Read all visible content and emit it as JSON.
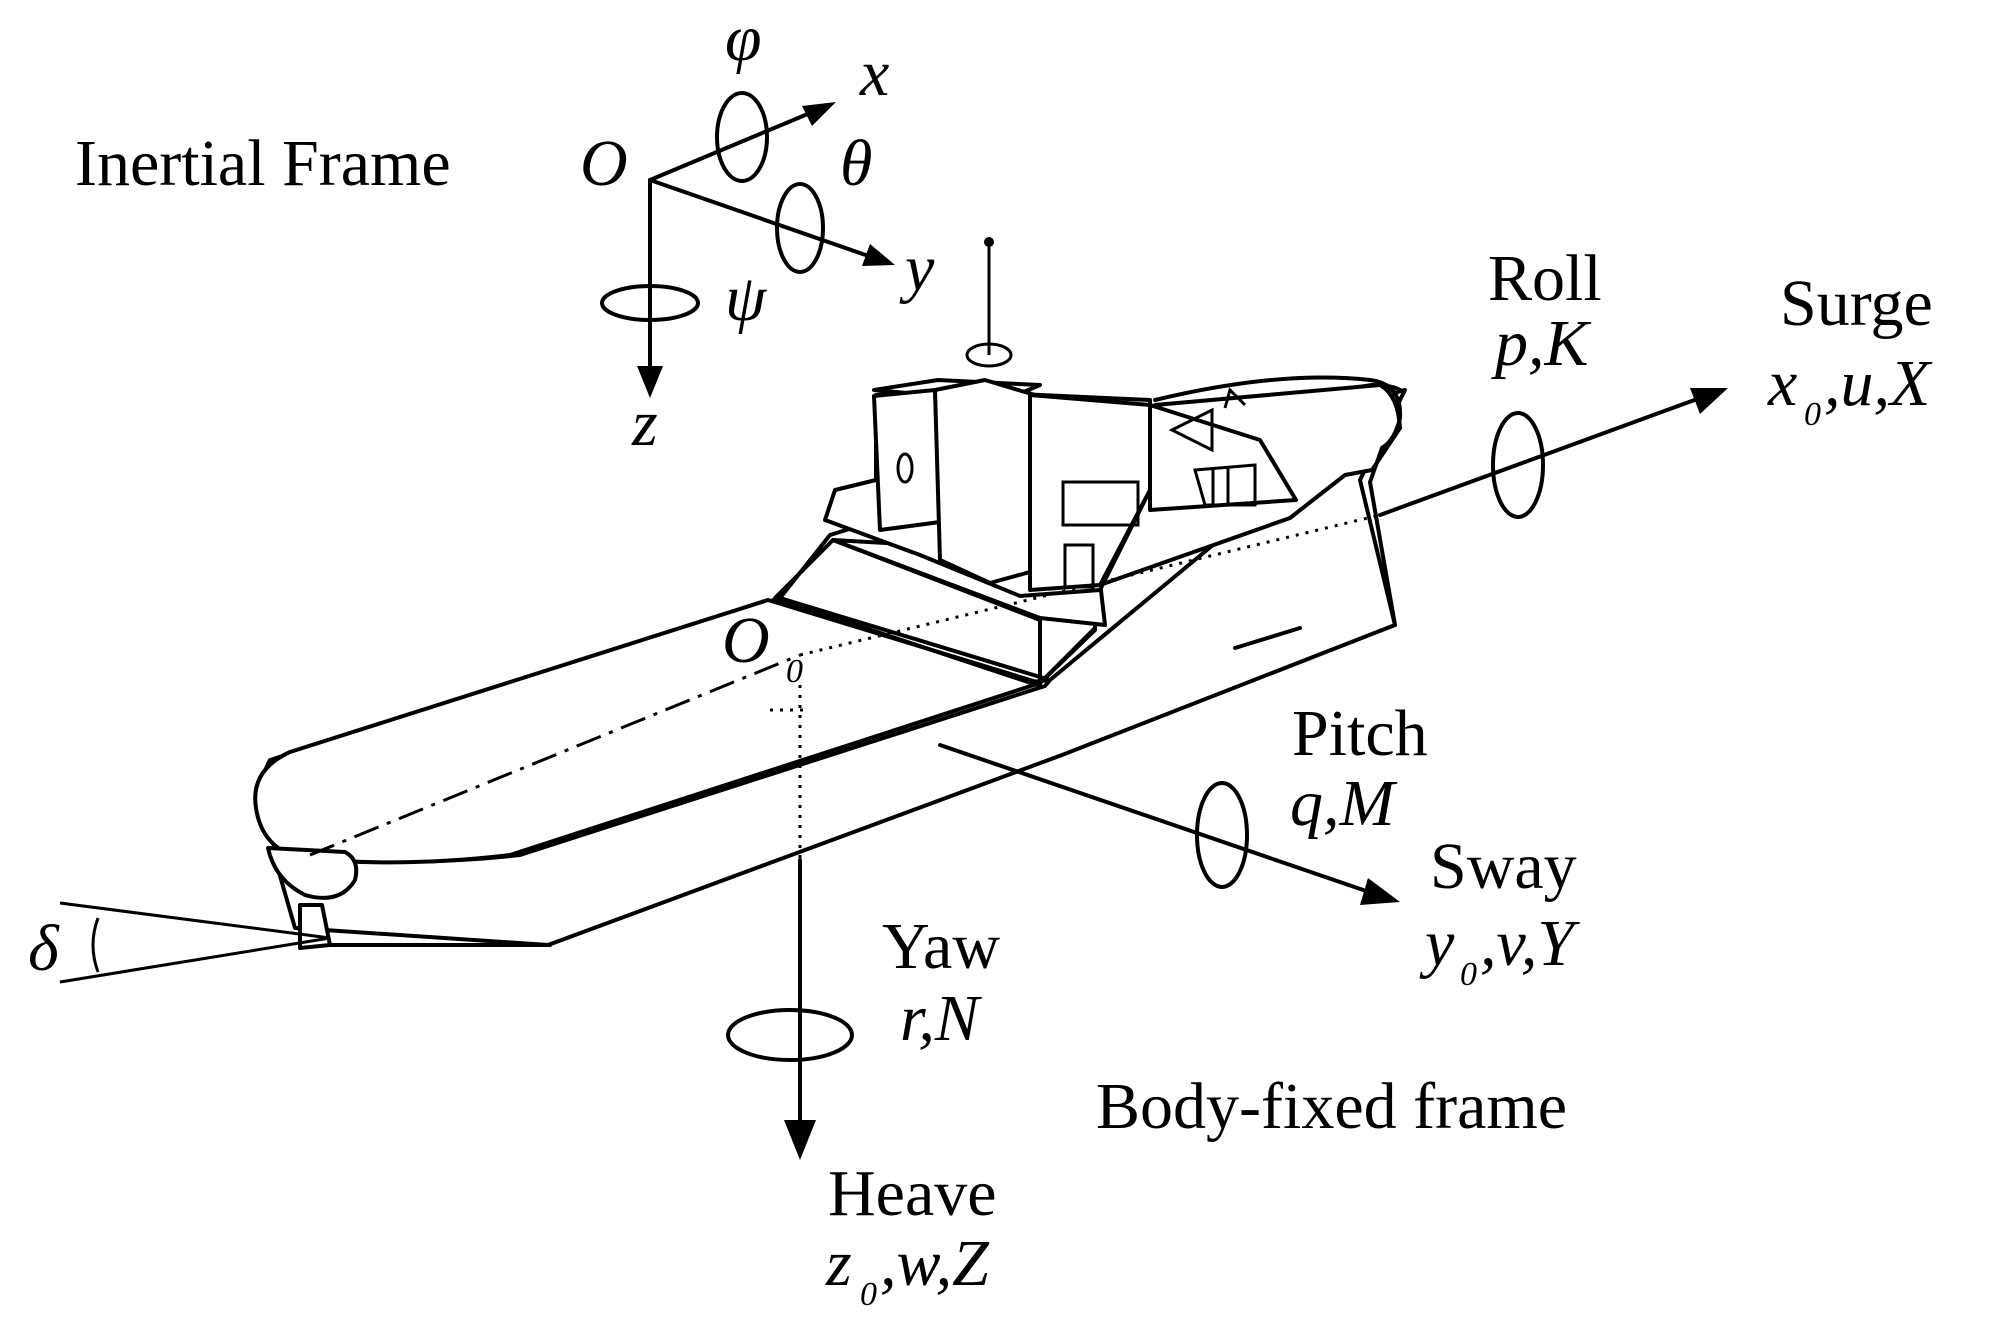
{
  "colors": {
    "ink": "#000000",
    "background": "#ffffff"
  },
  "inertial": {
    "title": "Inertial Frame",
    "origin": "O",
    "axis_x": "x",
    "axis_y": "y",
    "axis_z": "z",
    "phi": "φ",
    "theta": "θ",
    "psi": "ψ"
  },
  "body": {
    "origin": "O",
    "origin_sub": "0",
    "frame_label": "Body-fixed frame",
    "rudder_angle": "δ"
  },
  "motions": {
    "roll": {
      "name": "Roll",
      "vars": "p,K"
    },
    "surge": {
      "name": "Surge",
      "var1": "x",
      "sub": "0",
      "vars": ",u,X"
    },
    "pitch": {
      "name": "Pitch",
      "vars": "q,M"
    },
    "sway": {
      "name": "Sway",
      "var1": "y",
      "sub": "0",
      "vars": ",v,Y"
    },
    "yaw": {
      "name": "Yaw",
      "vars": "r,N"
    },
    "heave": {
      "name": "Heave",
      "var1": "z",
      "sub": "0",
      "vars": ",w,Z"
    }
  }
}
